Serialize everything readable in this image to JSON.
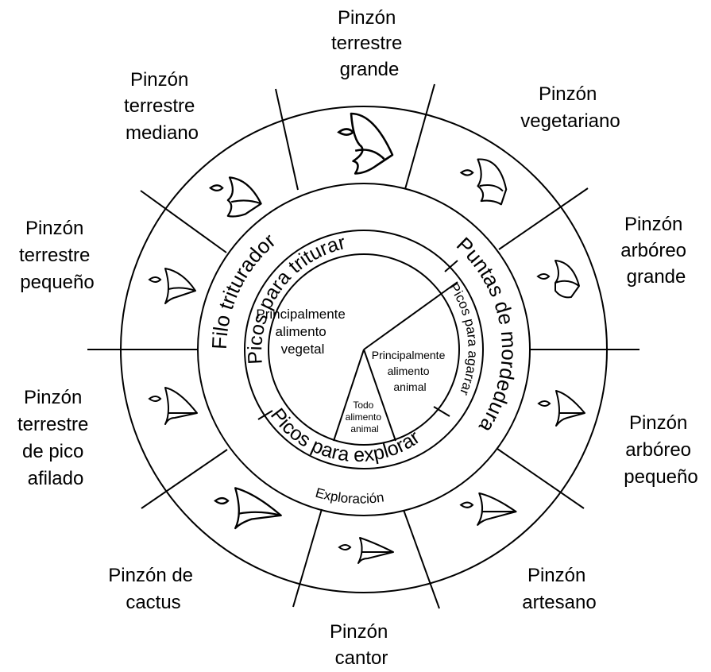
{
  "outer_labels": [
    {
      "lines": [
        "Pinzón",
        "terrestre",
        "grande"
      ]
    },
    {
      "lines": [
        "Pinzón",
        "vegetariano"
      ]
    },
    {
      "lines": [
        "Pinzón",
        "arbóreo",
        "grande"
      ]
    },
    {
      "lines": [
        "Pinzón",
        "arbóreo",
        "pequeño"
      ]
    },
    {
      "lines": [
        "Pinzón",
        "artesano"
      ]
    },
    {
      "lines": [
        "Pinzón",
        "cantor"
      ]
    },
    {
      "lines": [
        "Pinzón de",
        "cactus"
      ]
    },
    {
      "lines": [
        "Pinzón",
        "terrestre",
        "de pico",
        "afilado"
      ]
    },
    {
      "lines": [
        "Pinzón",
        "terrestre",
        "pequeño"
      ]
    },
    {
      "lines": [
        "Pinzón",
        "terrestre",
        "mediano"
      ]
    }
  ],
  "ring_labels": {
    "filo_triturador": "Filo triturador",
    "puntas_de_mordedura": "Puntas de mordedura",
    "exploracion": "Exploración",
    "picos_para_triturar": "Picos para triturar",
    "picos_para_explorar": "Picos para explorar",
    "picos_para_agarrar": "Picos para agarrar"
  },
  "core_labels": {
    "vegetal": [
      "Principalmente",
      "alimento",
      "vegetal"
    ],
    "animal": [
      "Principalmente",
      "alimento",
      "animal"
    ],
    "todo": [
      "Todo",
      "alimento",
      "animal"
    ]
  },
  "icons": [
    "finch-beak-icon"
  ]
}
